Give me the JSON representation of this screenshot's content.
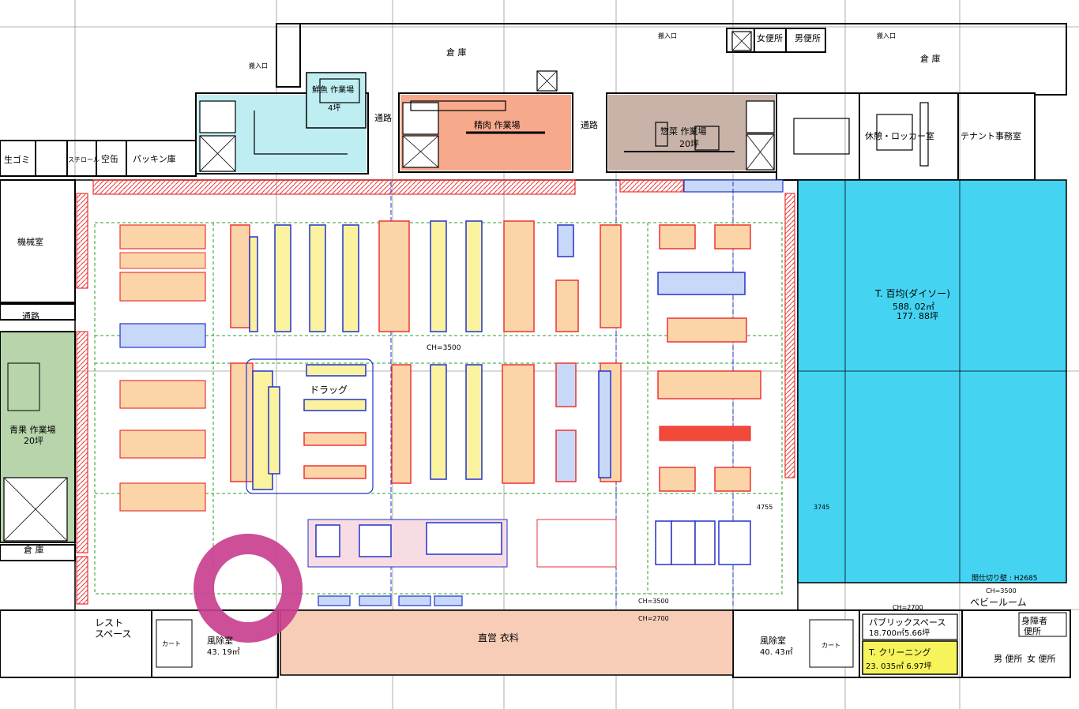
{
  "labels": {
    "souko_top_left": "倉 庫",
    "souko_top_right": "倉 庫",
    "hanyu_left": "搬入口",
    "hanyu_mid": "搬入口",
    "hanyu_right": "搬入口",
    "female_restroom_top": "女便所",
    "male_restroom_top": "男便所",
    "fish_room": "鮮魚 作業場",
    "fish_size": "4坪",
    "meat_room": "精肉 作業場",
    "deli_room": "惣菜 作業場",
    "deli_size": "20坪",
    "tsuro_1": "通路",
    "tsuro_2": "通路",
    "tsuro_3": "通路",
    "rest_area": "休憩・ロッカー室",
    "tenant_office": "テナント事務室",
    "nama_gomi": "生ゴミ",
    "styrofoam": "スチロール",
    "empty_can": "空缶",
    "packing_store": "パッキン庫",
    "machine_room": "機械室",
    "veg_room": "青果 作業場",
    "veg_size": "20坪",
    "souko_left": "倉 庫",
    "drug": "ドラッグ",
    "ch_main": "CH=3500",
    "ch_lower": "CH=3500",
    "ch_2700": "CH=2700",
    "ch_right": "CH=3500",
    "ch_right2": "CH=2700",
    "tenant_daiso": "T. 百均(ダイソー)",
    "daiso_area": "588. 02㎡",
    "daiso_tsubo": "177. 88坪",
    "partition": "間仕切り壁 : H2685",
    "dim_4755": "4755",
    "dim_3745": "3745",
    "baby_room": "ベビールーム",
    "public_space": "パブリックスペース",
    "public_area": "18.700㎡5.66坪",
    "cleaning": "T. クリーニング",
    "cleaning_area": "23. 035㎡ 6.97坪",
    "disabled_restroom_1": "身障者",
    "disabled_restroom_2": "便所",
    "male_restroom": "男 便所",
    "female_restroom": "女 便所",
    "wind_room_left": "風除室",
    "wind_room_left_area": "43. 19㎡",
    "wind_room_right": "風除室",
    "wind_room_right_area": "40. 43㎡",
    "rest_space_1": "レスト",
    "rest_space_2": "スペース",
    "clothing": "直営 衣料",
    "cart": "カート",
    "cart_2": "カート"
  },
  "colors": {
    "fish": "#bfeef2",
    "meat": "#f7a98c",
    "deli": "#c9b3a9",
    "veg": "#b7d4ab",
    "daiso": "#44d4f2",
    "clothing": "#f7cdb7",
    "cleaning": "#f6f45a",
    "red_fixture": "#f24a3a",
    "orange_fill": "#fbd5a8",
    "blue_fixture": "#2233cc",
    "blue_fill": "#c8d8f8",
    "yellow_fill": "#fbf2a0",
    "pink_fill": "#f7dde3",
    "marker": "#c8408f",
    "wall": "#000000",
    "green_dash": "#27a02a"
  }
}
